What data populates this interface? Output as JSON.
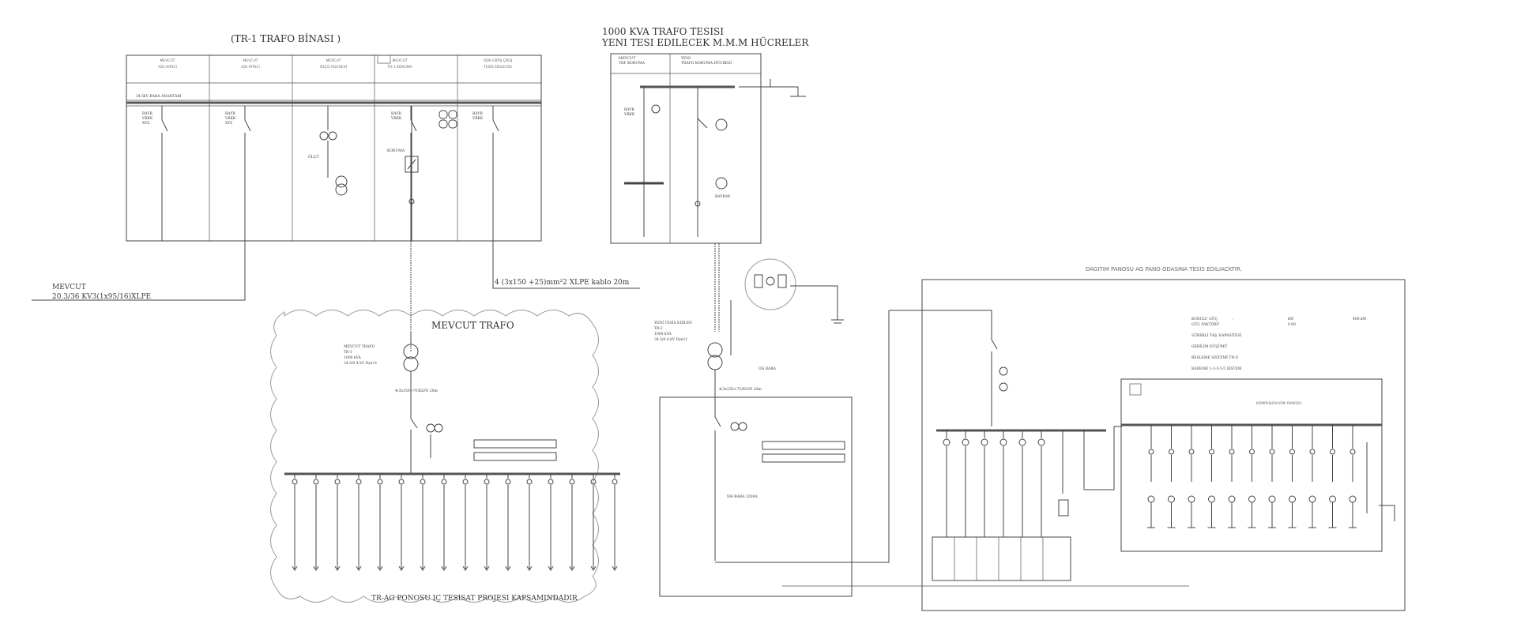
{
  "titles": {
    "tr1_building": "(TR-1  TRAFO BİNASI )",
    "substation_1": "1000 KVA TRAFO TESISI",
    "substation_2": "YENI TESI EDILECEK M.M.M HÜCRELER",
    "existing_trafo": "MEVCUT TRAFO",
    "distribution_panel": "DAGITIM PANOSU  AG PANO ODASINA TESIS EDILIACKTIR.",
    "lv_panel_note": "TR-AG PONOSU  IÇ TESISAT PROJESI KAPSAMINDADIR"
  },
  "labels": {
    "mevcut_feed_1": "MEVCUT",
    "mevcut_feed_2": "20.3/36 KV3(1x95/16)XLPE",
    "cable": "4 (3x150 +25)mm²2 XLPE kablo 20m"
  },
  "existing_cells": [
    {
      "line1": "MEVCUT",
      "line2": "ADI AYRICI"
    },
    {
      "line1": "MEVCUT",
      "line2": "ADI AYRICI"
    },
    {
      "line1": "MEVCUT",
      "line2": "ÖLÇÜ HÜCRESİ"
    },
    {
      "line1": "MEVCUT",
      "line2": "TR-1 KORUMA"
    },
    {
      "line1": "YENİ GİRİŞ ÇIKIŞ",
      "line2": "TESİS EDİLECEK"
    }
  ]
}
